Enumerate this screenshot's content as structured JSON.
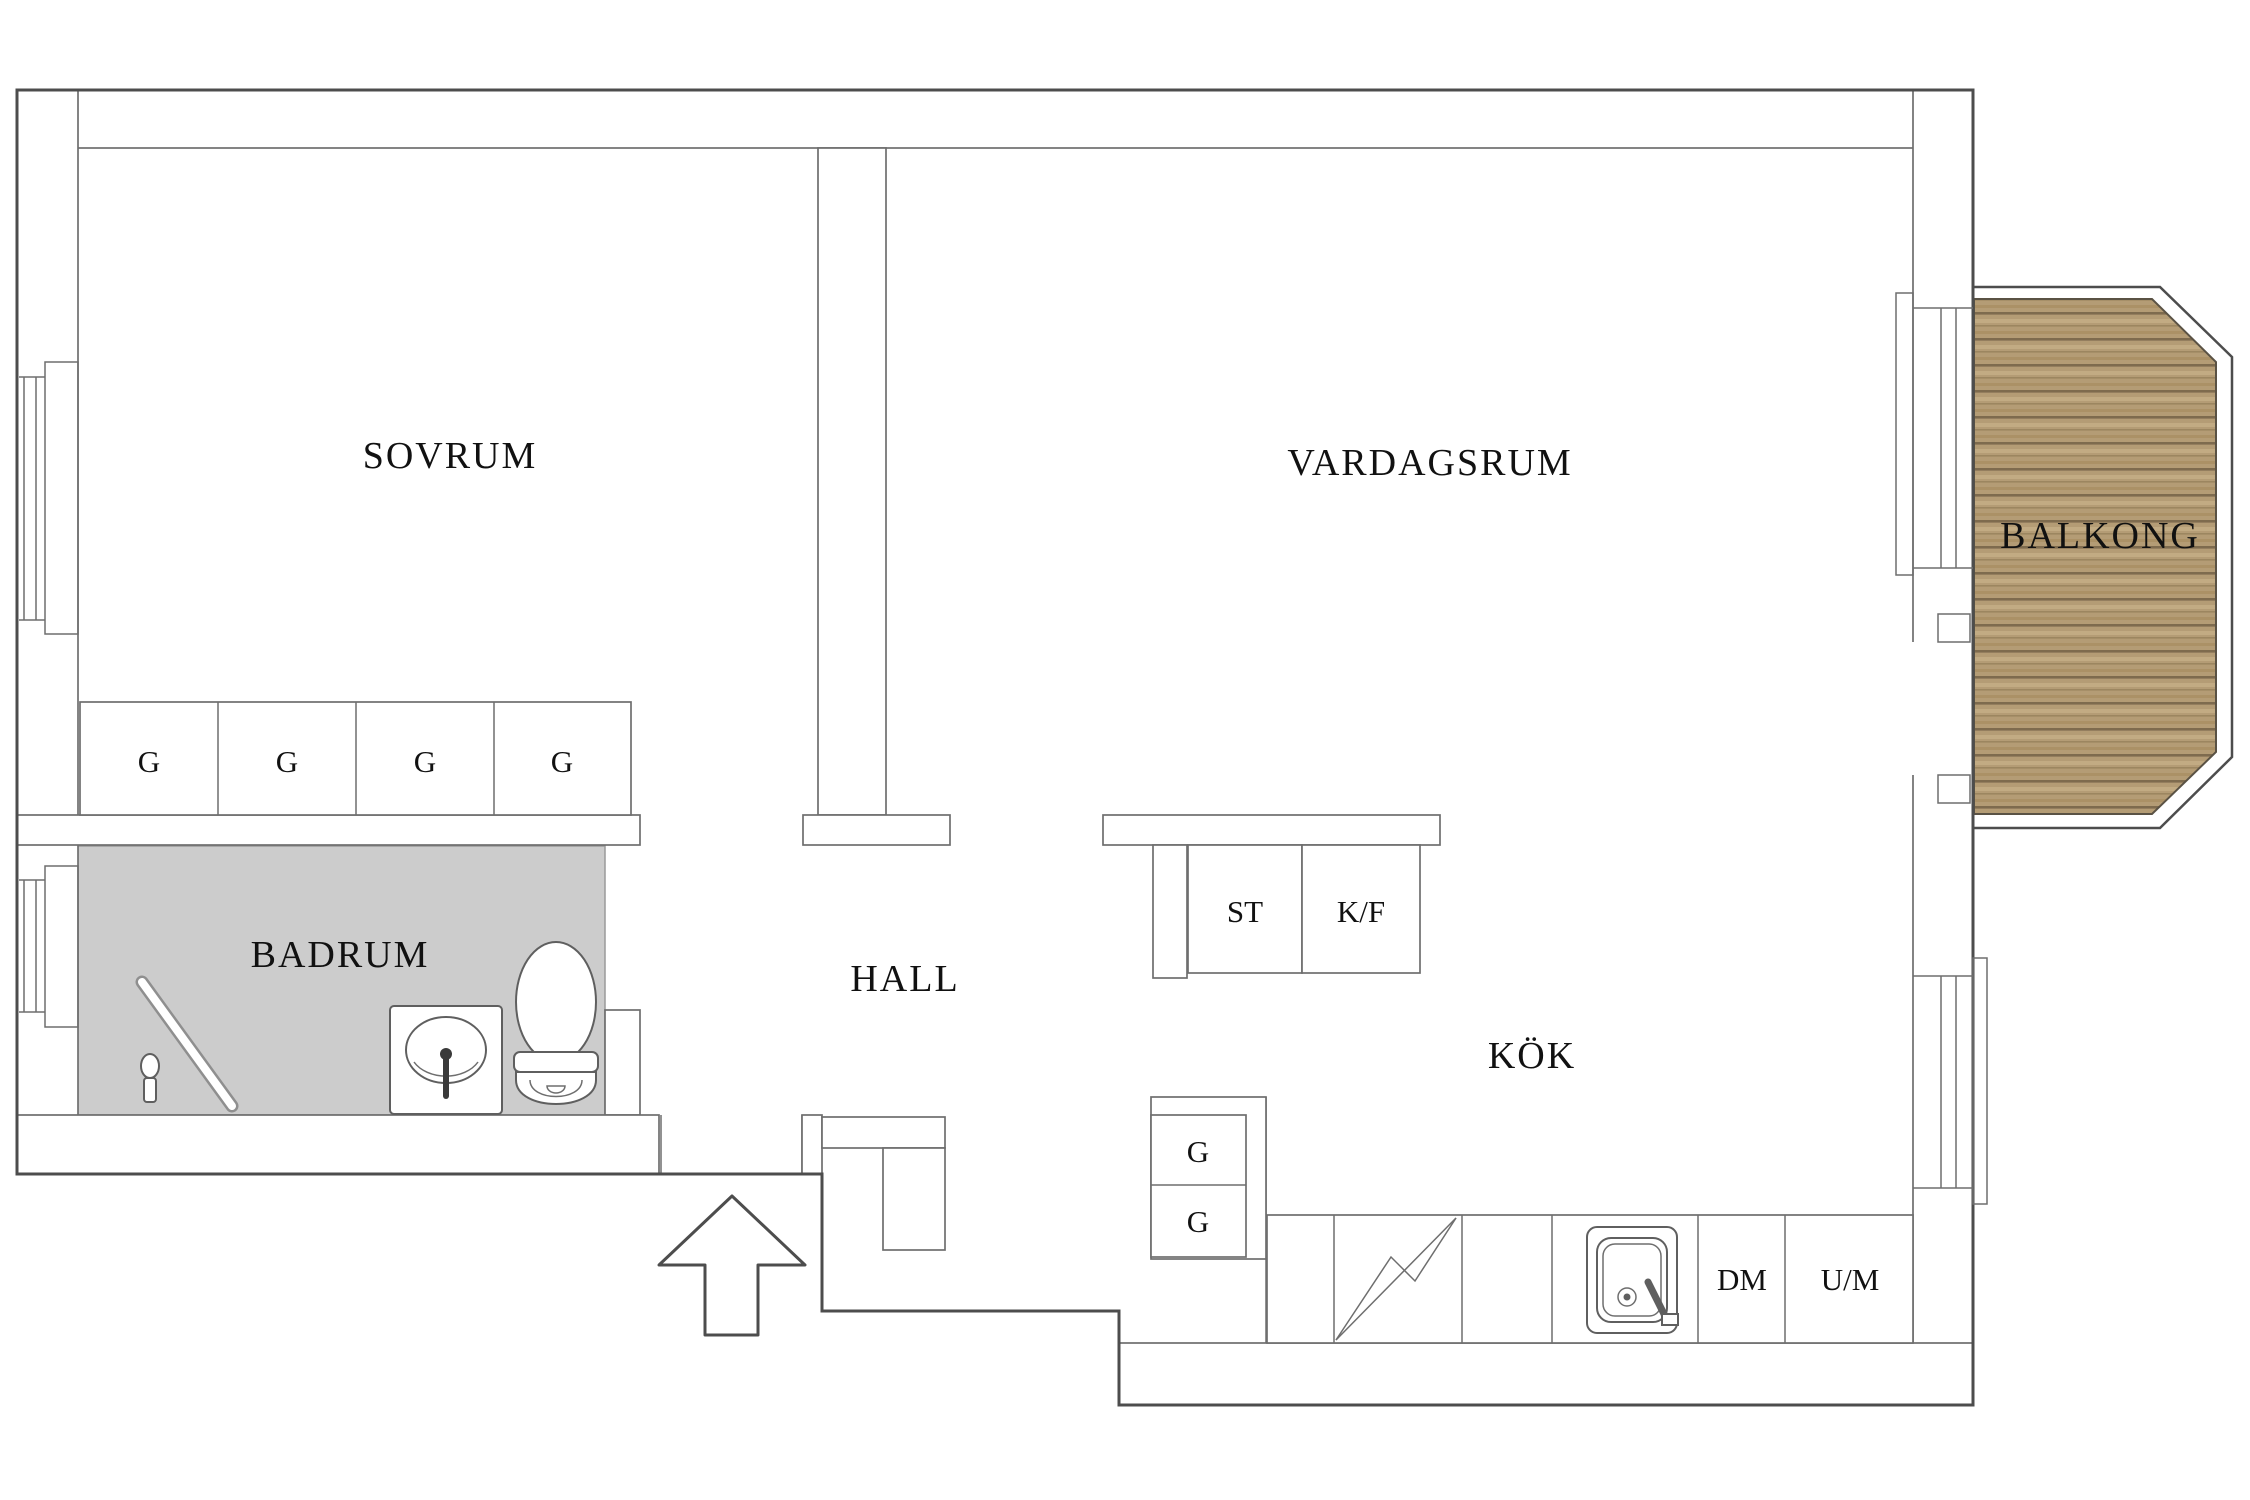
{
  "labels": {
    "sovrum": "SOVRUM",
    "vardagsrum": "VARDAGSRUM",
    "balkong": "BALKONG",
    "badrum": "BADRUM",
    "hall": "HALL",
    "kok": "KÖK",
    "closet_st": "ST",
    "closet_kf": "K/F",
    "wardrobes": [
      "G",
      "G",
      "G",
      "G"
    ],
    "kitchen_g": [
      "G",
      "G"
    ],
    "dm": "DM",
    "um": "U/M"
  },
  "colors": {
    "bathroom_floor": "#cccccc",
    "deck_base": "#b49c75",
    "deck_stripe_dark": "#7e6b4e",
    "deck_stripe_mid": "#9c8660",
    "deck_stripe_light": "#c2ab83",
    "wall_line": "#6e6e6e",
    "outline": "#4d4d4d",
    "text": "#111111"
  }
}
